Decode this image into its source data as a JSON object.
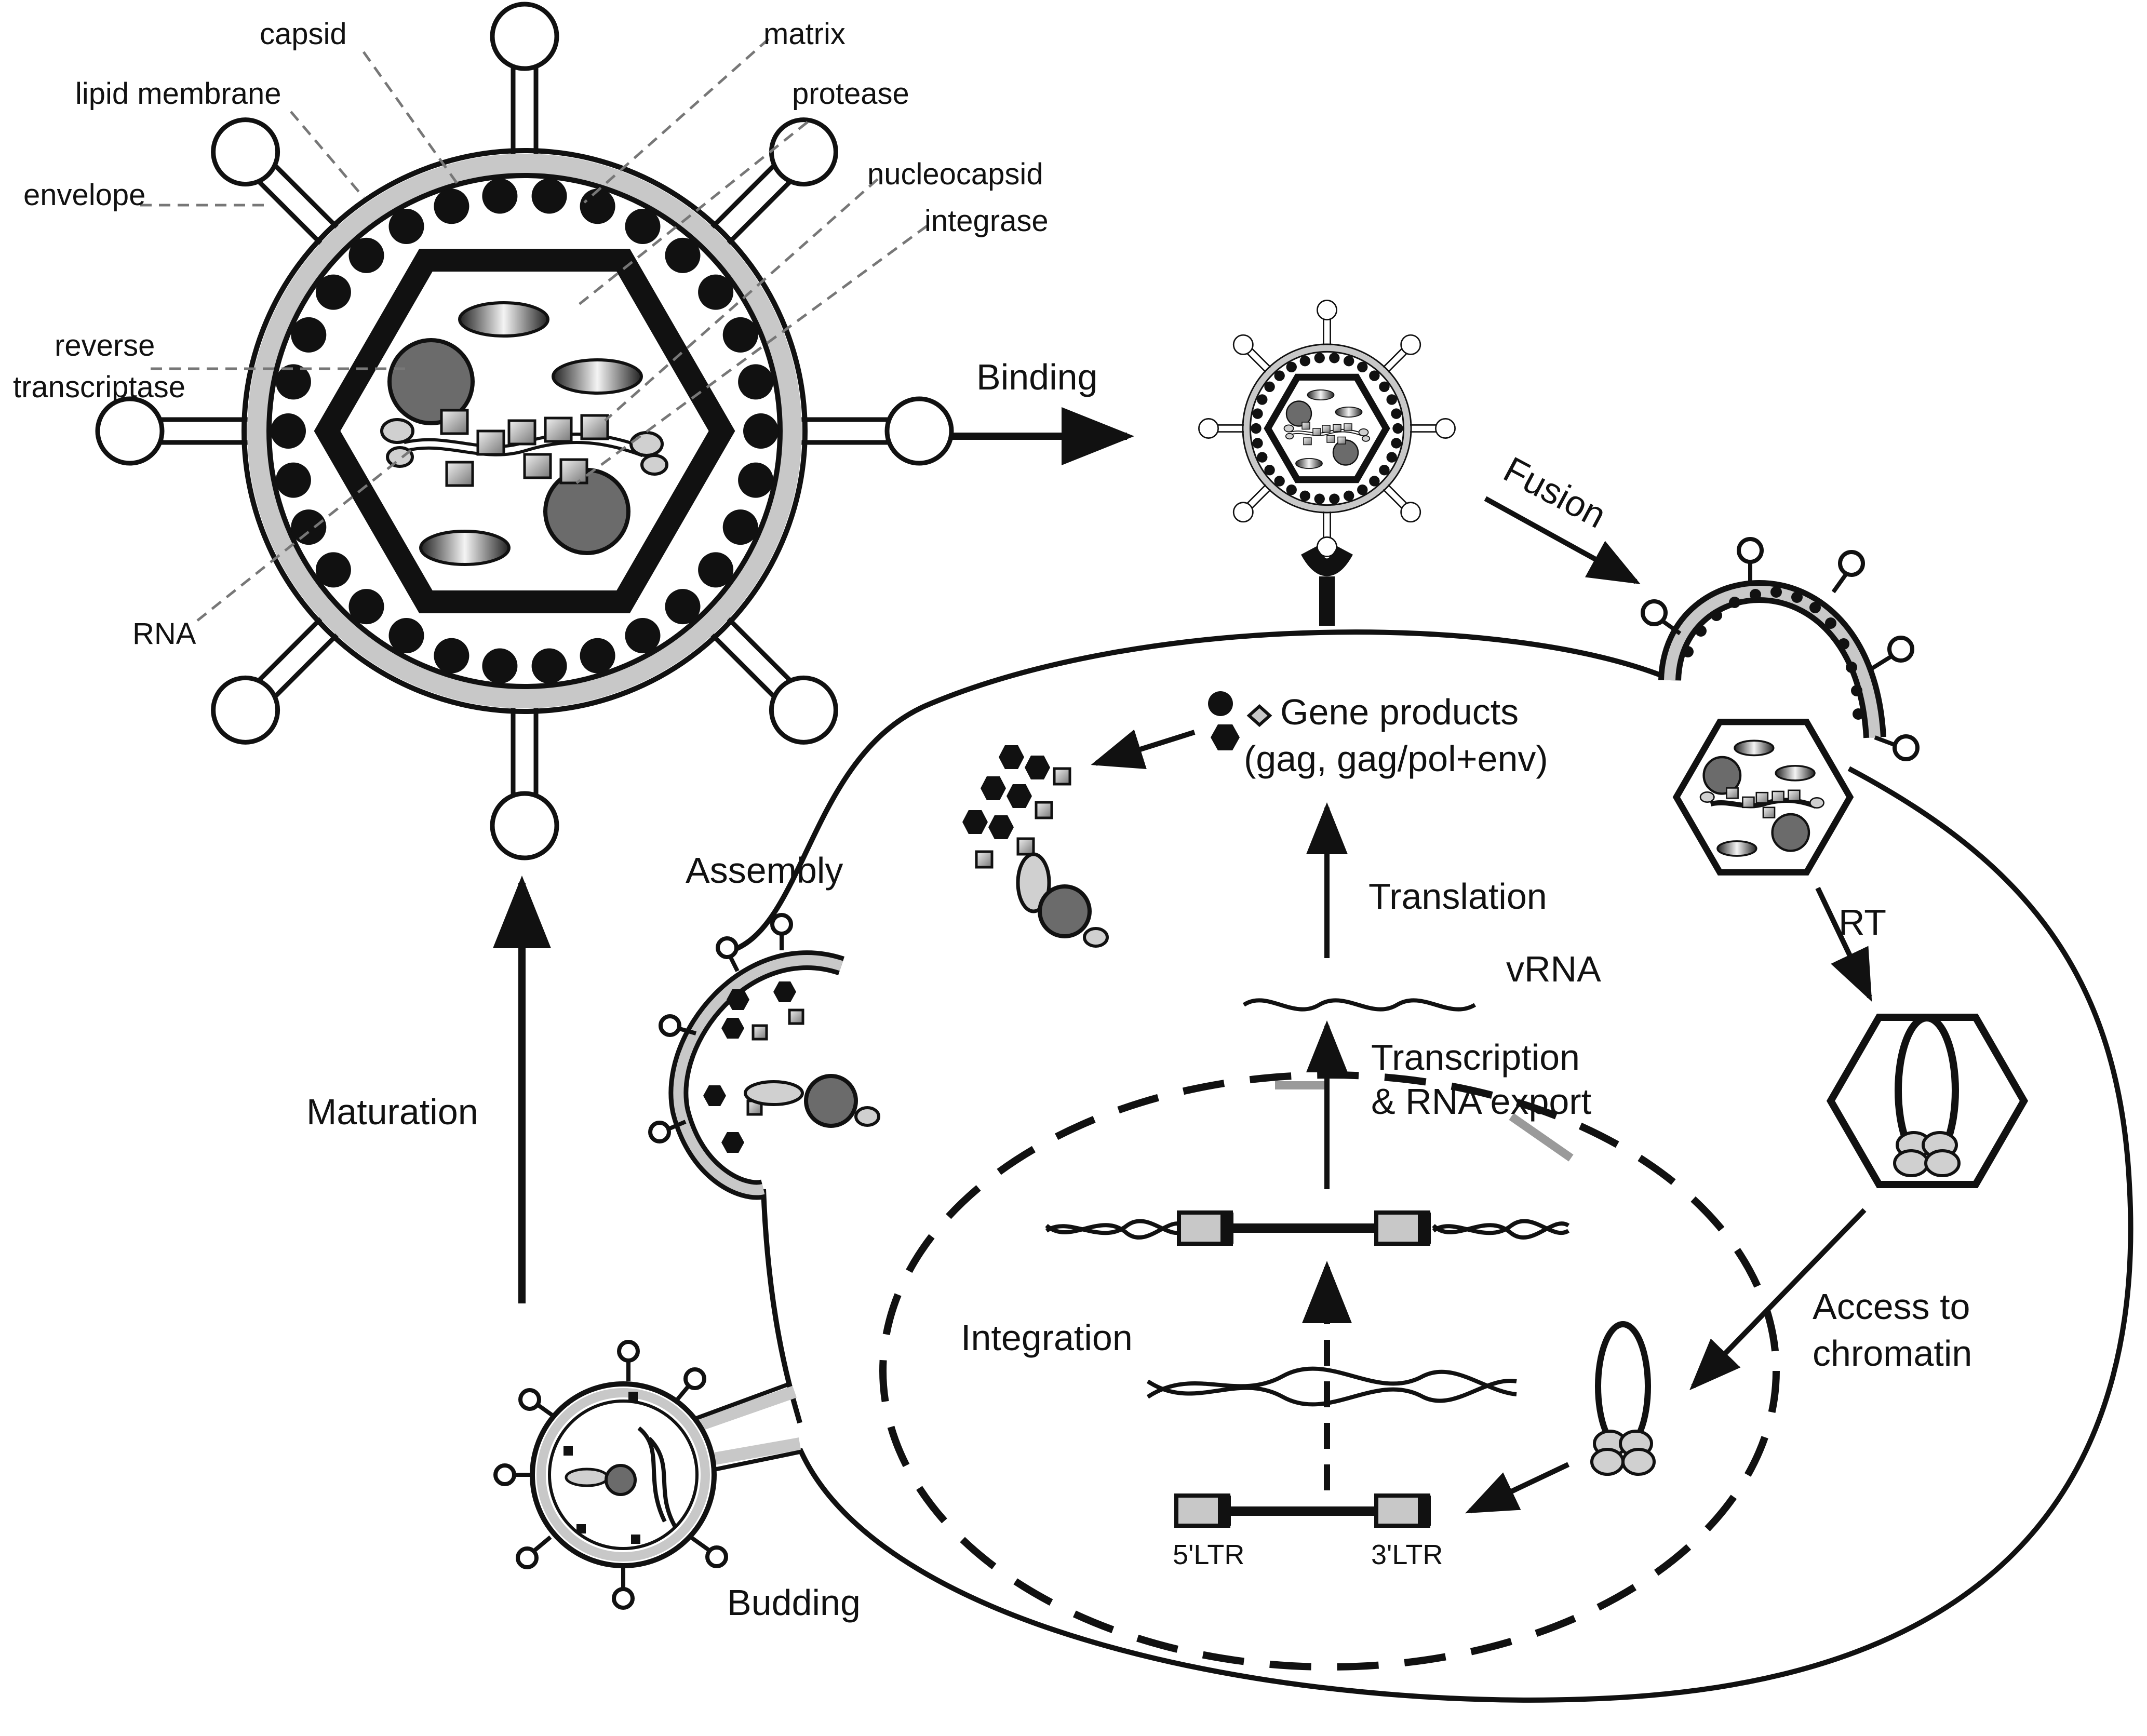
{
  "virion_labels": {
    "capsid": "capsid",
    "matrix": "matrix",
    "lipid_membrane": "lipid membrane",
    "protease": "protease",
    "nucleocapsid": "nucleocapsid",
    "envelope": "envelope",
    "integrase": "integrase",
    "reverse_transcriptase_line1": "reverse",
    "reverse_transcriptase_line2": "transcriptase",
    "rna": "RNA"
  },
  "stages": {
    "binding": "Binding",
    "fusion": "Fusion",
    "rt": "RT",
    "access_line1": "Access to",
    "access_line2": "chromatin",
    "integration": "Integration",
    "transcription_line1": "Transcription",
    "transcription_line2": "& RNA export",
    "vrna": "vRNA",
    "translation": "Translation",
    "gene_products_line1": "Gene products",
    "gene_products_line2": "(gag, gag/pol+env)",
    "assembly": "Assembly",
    "maturation": "Maturation",
    "budding": "Budding",
    "ltr5": "5'LTR",
    "ltr3": "3'LTR"
  },
  "colors": {
    "ink": "#111111",
    "membrane_gray": "#c8c8c8",
    "dark_gray": "#6b6b6b",
    "light_gray": "#d0d0d0"
  }
}
